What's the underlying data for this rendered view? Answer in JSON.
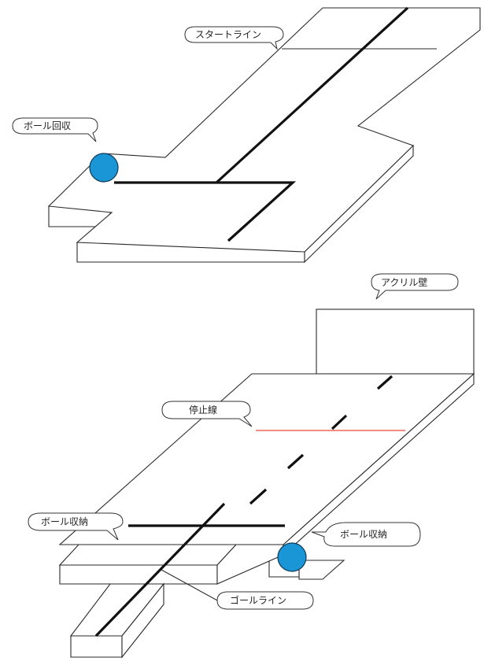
{
  "labels": {
    "start_line": "スタートライン",
    "ball_collect": "ボール回収",
    "acrylic_wall": "アクリル壁",
    "stop_line": "停止線",
    "ball_storage_left": "ボール収納",
    "ball_storage_right": "ボール収納",
    "goal_line": "ゴールライン"
  },
  "colors": {
    "ball": "#1a96d6",
    "stop_line": "#e8473d",
    "track": "#111111"
  }
}
